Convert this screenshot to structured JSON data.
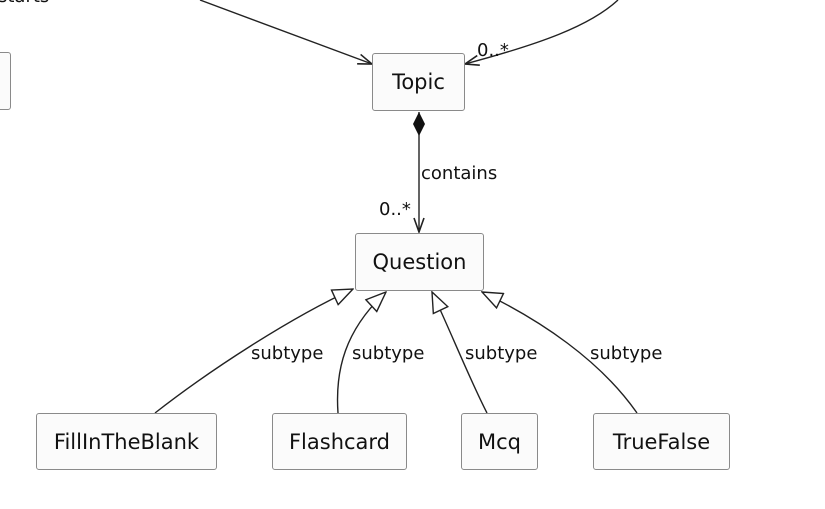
{
  "diagram": {
    "top_left_text": "starts",
    "nodes": {
      "topic": "Topic",
      "question": "Question",
      "fill_in_the_blank": "FillInTheBlank",
      "flashcard": "Flashcard",
      "mcq": "Mcq",
      "true_false": "TrueFalse"
    },
    "edges": {
      "topic_question_label": "contains",
      "topic_question_multiplicity": "0..*",
      "incoming_topic_multiplicity": "0..*",
      "subtype_label": "subtype"
    }
  },
  "colors": {
    "line": "#222222",
    "node_border": "#8a8a8a",
    "node_fill": "#fbfbfb"
  }
}
